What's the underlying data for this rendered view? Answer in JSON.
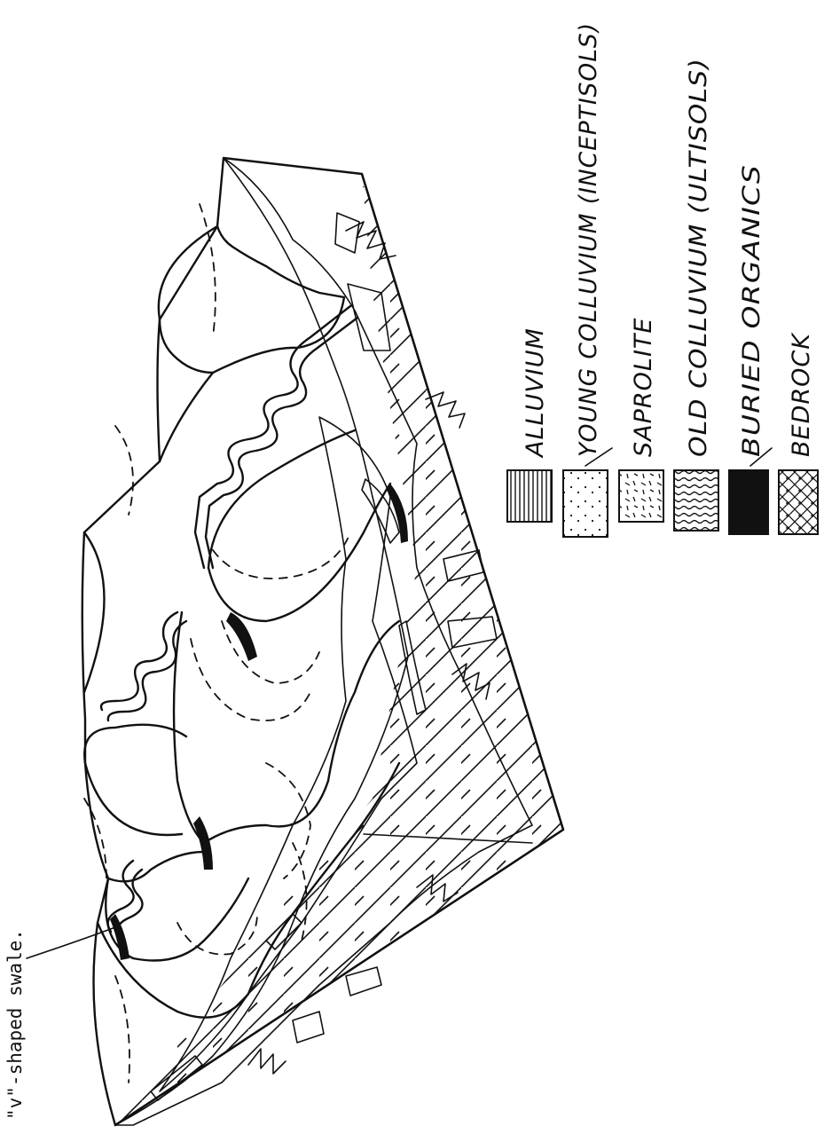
{
  "caption": "\"v\"-shaped swale.",
  "legend": [
    {
      "key": "alluvium",
      "label": "ALLUVIUM",
      "pattern": "vertical-hatch"
    },
    {
      "key": "young-colluvium",
      "label": "YOUNG COLLUVIUM (INCEPTISOLS)",
      "pattern": "sparse-dots"
    },
    {
      "key": "saprolite",
      "label": "SAPROLITE",
      "pattern": "dashes"
    },
    {
      "key": "old-colluvium",
      "label": "OLD COLLUVIUM (ULTISOLS)",
      "pattern": "wavy-lines"
    },
    {
      "key": "buried-organics",
      "label": "BURIED ORGANICS",
      "pattern": "solid-black"
    },
    {
      "key": "bedrock",
      "label": "BEDROCK",
      "pattern": "cross-hatch"
    }
  ]
}
